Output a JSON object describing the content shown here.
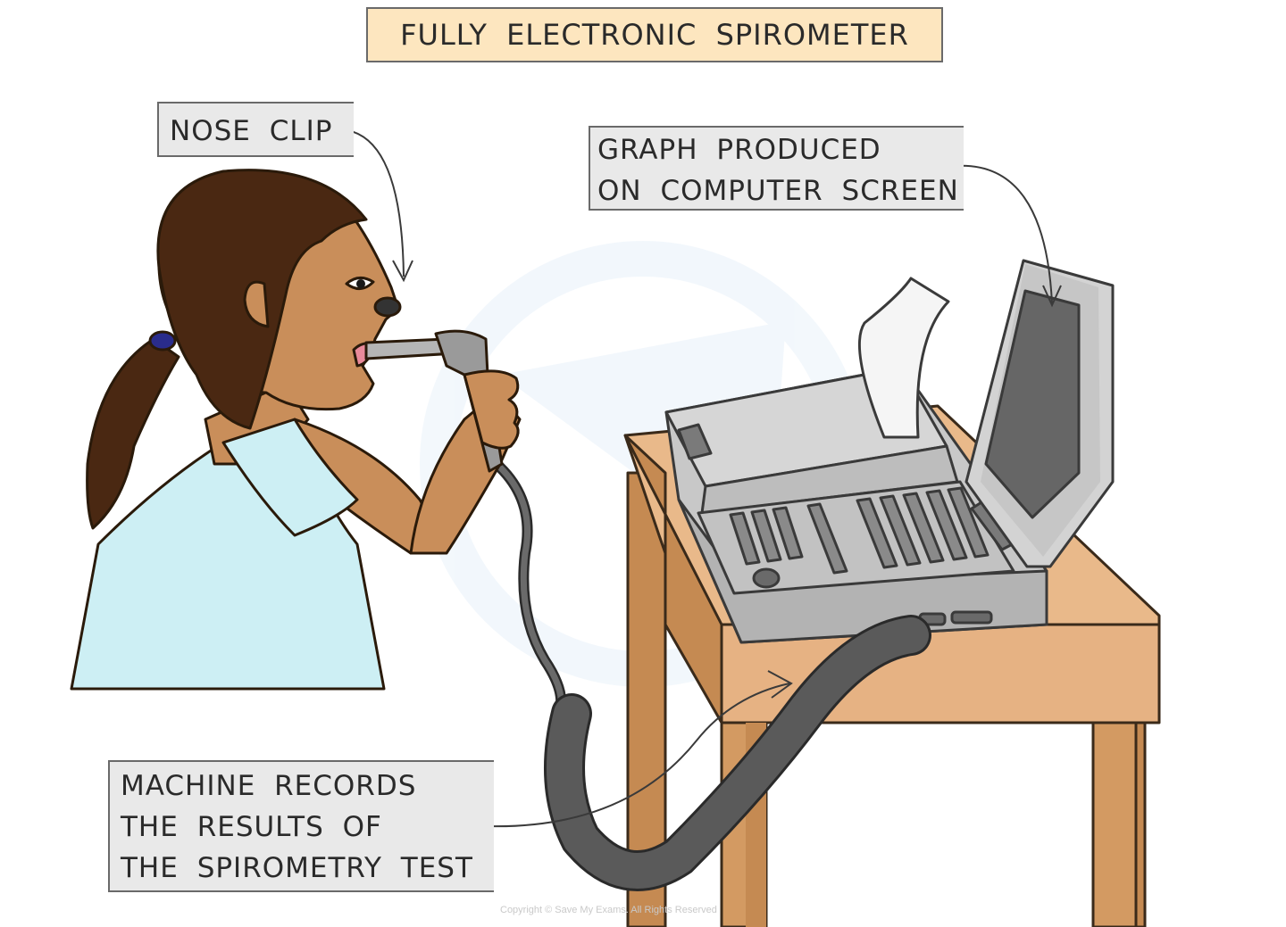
{
  "title": "FULLY ELECTRONIC SPIROMETER",
  "labels": {
    "nose_clip": "NOSE CLIP",
    "graph_line1": "GRAPH PRODUCED",
    "graph_line2": "ON COMPUTER SCREEN",
    "machine_line1": "MACHINE RECORDS",
    "machine_line2": "THE RESULTS OF",
    "machine_line3": "THE SPIROMETRY TEST"
  },
  "copyright": "Copyright © Save My Exams. All Rights Reserved",
  "colors": {
    "title_fill": "#fde6bf",
    "label_fill": "#e9e9e9",
    "skin": "#c98e5a",
    "hair": "#4a2812",
    "shirt": "#cdeff4",
    "hair_tie": "#2a2c8c",
    "table": "#d39a62",
    "table_top": "#e9b98a",
    "machine": "#c8c8c8",
    "screen": "#6a6a6a",
    "hose": "#5a5a5a",
    "paper": "#f5f5f5"
  },
  "icons": {
    "person": "girl-using-spirometer-icon",
    "machine": "spirometer-machine-icon",
    "table": "table-icon"
  }
}
